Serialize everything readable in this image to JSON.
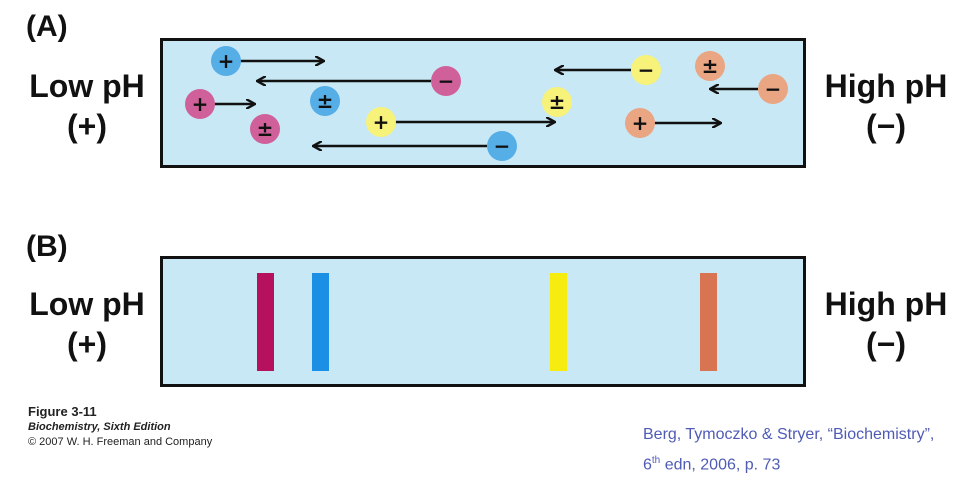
{
  "panel_a": {
    "label": "(A)",
    "left_label": {
      "line1": "Low pH",
      "line2": "(+)"
    },
    "right_label": {
      "line1": "High pH",
      "line2": "(−)"
    }
  },
  "panel_b": {
    "label": "(B)",
    "left_label": {
      "line1": "Low pH",
      "line2": "(+)"
    },
    "right_label": {
      "line1": "High pH",
      "line2": "(−)"
    }
  },
  "colors": {
    "blue": "#56aee6",
    "magenta": "#d0609a",
    "yellow": "#f6f27a",
    "salmon": "#eaa583",
    "band_magenta": "#b5115f",
    "band_blue": "#1a8fe3",
    "band_yellow": "#f6ec10",
    "band_salmon": "#d87452",
    "box_fill": "#c9e8f6"
  },
  "charge_symbols": {
    "positive": "+",
    "negative": "−",
    "neutral": "±"
  },
  "caption": {
    "figure": "Figure 3-11",
    "book": "Biochemistry, Sixth Edition",
    "copyright": "© 2007 W. H. Freeman and Company"
  },
  "citation": {
    "line1": "Berg, Tymoczko & Stryer, “Biochemistry”,",
    "edition_num": "6",
    "edition_sup": "th",
    "line2_rest": " edn, 2006, p. 73"
  }
}
